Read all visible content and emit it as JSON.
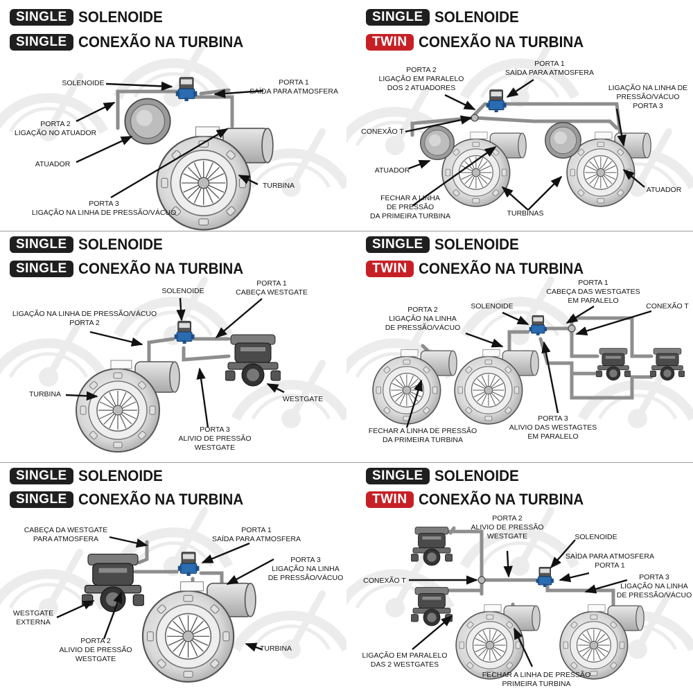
{
  "colors": {
    "badge_dark": "#1f1f1f",
    "badge_red": "#c62026",
    "solenoid_blue": "#2b6cb0",
    "pipe_gray": "#9b9b9b",
    "turbo_gray": "#d4d4d4"
  },
  "icons": [
    "solenoid-valve-icon",
    "turbo-icon",
    "actuator-icon",
    "wastegate-icon",
    "tee-connector-icon",
    "watermark-gauge-icon"
  ],
  "panels": [
    {
      "line1_badge": "SINGLE",
      "line1_text": "SOLENOIDE",
      "line2_badge": "SINGLE",
      "line2_text": "CONEXÃO NA TURBINA",
      "labels": {
        "solenoide": "SOLENOIDE",
        "porta1": "PORTA 1\nSAÍDA PARA ATMOSFERA",
        "porta2": "PORTA 2\nLIGAÇÃO NO ATUADOR",
        "atuador": "ATUADOR",
        "turbina": "TURBINA",
        "porta3": "PORTA 3\nLIGAÇÃO NA LINHA DE PRESSÃO/VÁCUO"
      }
    },
    {
      "line1_badge": "SINGLE",
      "line1_text": "SOLENOIDE",
      "line2_badge": "TWIN",
      "line2_text": "CONEXÃO NA TURBINA",
      "labels": {
        "porta2": "PORTA 2\nLIGAÇÃO EM PARALELO\nDOS 2 ATUADORES",
        "porta1": "PORTA 1\nSAÍDA PARA ATMOSFERA",
        "porta3": "LIGAÇÃO NA LINHA DE\nPRESSÃO/VÁCUO\nPORTA 3",
        "conexao_t": "CONEXÃO T",
        "atuador_left": "ATUADOR",
        "fechar": "FECHAR A LINHA\nDE PRESSÃO\nDA PRIMEIRA TURBINA",
        "turbinas": "TURBINAS",
        "atuador_right": "ATUADOR"
      }
    },
    {
      "line1_badge": "SINGLE",
      "line1_text": "SOLENOIDE",
      "line2_badge": "SINGLE",
      "line2_text": "CONEXÃO NA TURBINA",
      "labels": {
        "solenoide": "SOLENOIDE",
        "porta1": "PORTA 1\nCABEÇA WESTGATE",
        "ligacao": "LIGAÇÃO NA LINHA DE PRESSÃO/VÁCUO\nPORTA 2",
        "turbina": "TURBINA",
        "westgate": "WESTGATE",
        "porta3": "PORTA 3\nALIVIO DE PRESSÃO\nWESTGATE"
      }
    },
    {
      "line1_badge": "SINGLE",
      "line1_text": "SOLENOIDE",
      "line2_badge": "TWIN",
      "line2_text": "CONEXÃO NA TURBINA",
      "labels": {
        "porta1": "PORTA 1\nCABEÇA DAS WESTGATES\nEM PARALELO",
        "porta2": "PORTA 2\nLIGAÇÃO NA LINHA\nDE PRESSÃO/VÁCUO",
        "solenoide": "SOLENOIDE",
        "conexao_t": "CONEXÃO T",
        "fechar": "FECHAR A LINHA DE PRESSÃO\nDA PRIMEIRA TURBINA",
        "porta3": "PORTA 3\nALIVIO DAS WESTAGTES\nEM PARALELO"
      }
    },
    {
      "line1_badge": "SINGLE",
      "line1_text": "SOLENOIDE",
      "line2_badge": "SINGLE",
      "line2_text": "CONEXÃO NA TURBINA",
      "labels": {
        "cabeca": "CABEÇA DA WESTGATE\nPARA ATMOSFERA",
        "porta1": "PORTA 1\nSAÍDA PARA ATMOSFERA",
        "porta3": "PORTA 3\nLIGAÇÃO NA LINHA\nDE PRESSÃO/VÁCUO",
        "westgate_externa": "WESTGATE\nEXTERNA",
        "porta2": "PORTA 2\nALIVIO DE PRESSÃO\nWESTGATE",
        "turbina": "TURBINA"
      }
    },
    {
      "line1_badge": "SINGLE",
      "line1_text": "SOLENOIDE",
      "line2_badge": "TWIN",
      "line2_text": "CONEXÃO NA TURBINA",
      "labels": {
        "porta2": "PORTA 2\nALIVIO DE PRESSÃO\nWESTGATE",
        "solenoide": "SOLENOIDE",
        "porta1": "SAÌDA PARA ATMOSFERA\nPORTA 1",
        "conexao_t": "CONEXÃO T",
        "porta3": "PORTA 3\nLIGAÇÃO NA LINHA\nDE PRESSÃO/VÁCUO",
        "paralelo": "LIGAÇÃO EM PARALELO\nDAS 2 WESTGATES",
        "fechar": "FECHAR A LINHA DE PRESSÃO\nPRIMEIRA TURBINA"
      }
    }
  ]
}
